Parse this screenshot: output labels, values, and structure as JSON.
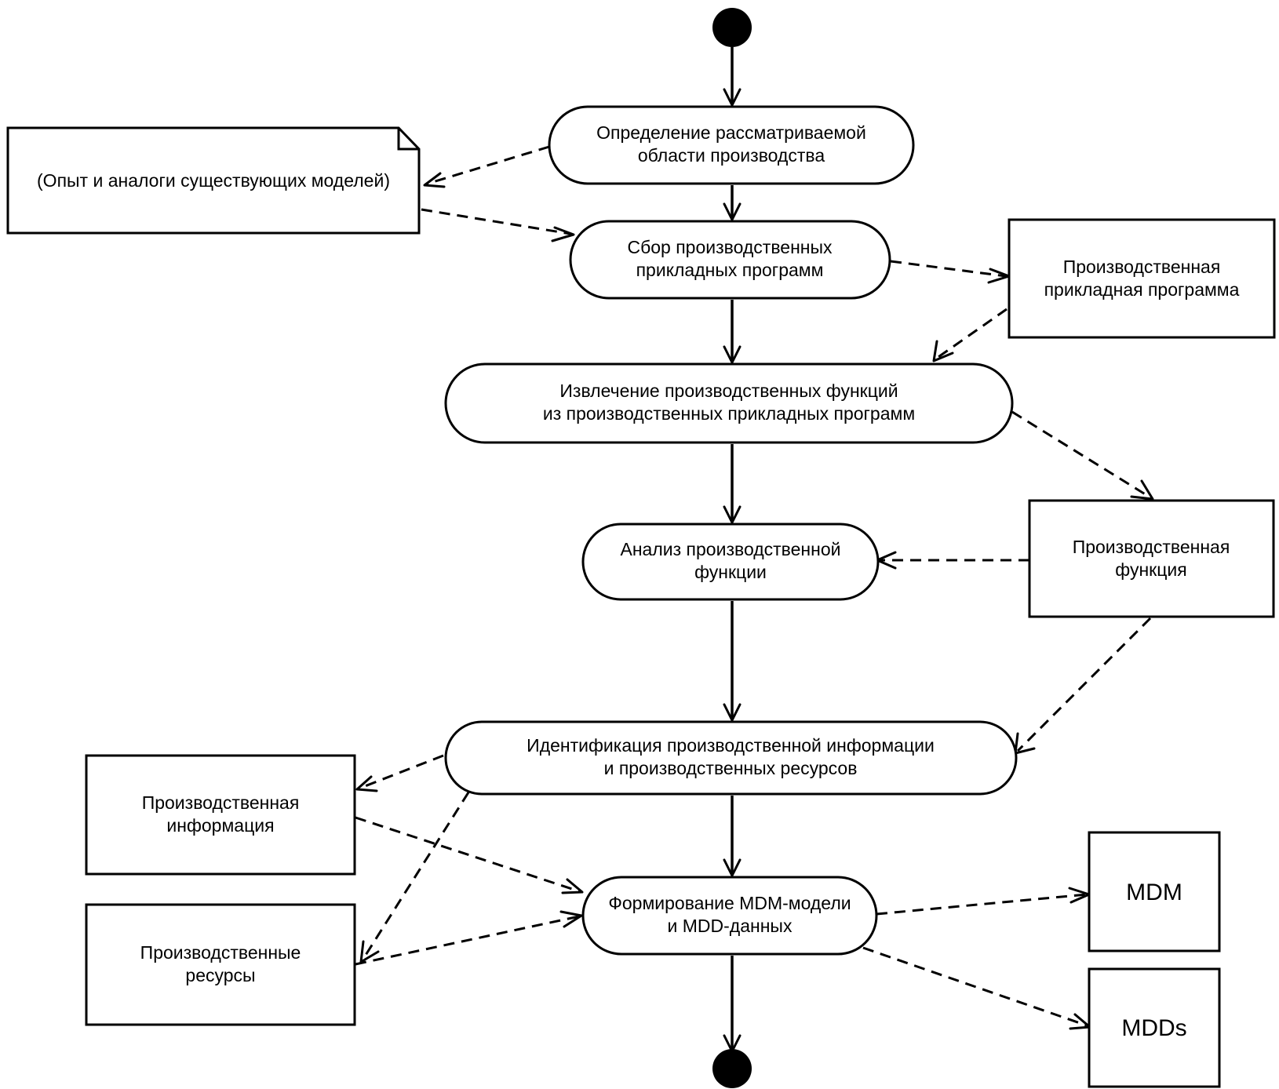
{
  "activities": {
    "a1": [
      "Определение рассматриваемой",
      "области производства"
    ],
    "a2": [
      "Сбор производственных",
      "прикладных программ"
    ],
    "a3": [
      "Извлечение производственных функций",
      "из производственных прикладных программ"
    ],
    "a4": [
      "Анализ производственной",
      "функции"
    ],
    "a5": [
      "Идентификация производственной информации",
      "и производственных ресурсов"
    ],
    "a6": [
      "Формирование MDM-модели",
      "и MDD-данных"
    ]
  },
  "objects": {
    "note": "(Опыт и аналоги существующих моделей)",
    "app_program": [
      "Производственная",
      "прикладная программа"
    ],
    "function": [
      "Производственная",
      "функция"
    ],
    "information": [
      "Производственная",
      "информация"
    ],
    "resources": [
      "Производственные",
      "ресурсы"
    ],
    "mdm": "MDM",
    "mdds": "MDDs"
  }
}
